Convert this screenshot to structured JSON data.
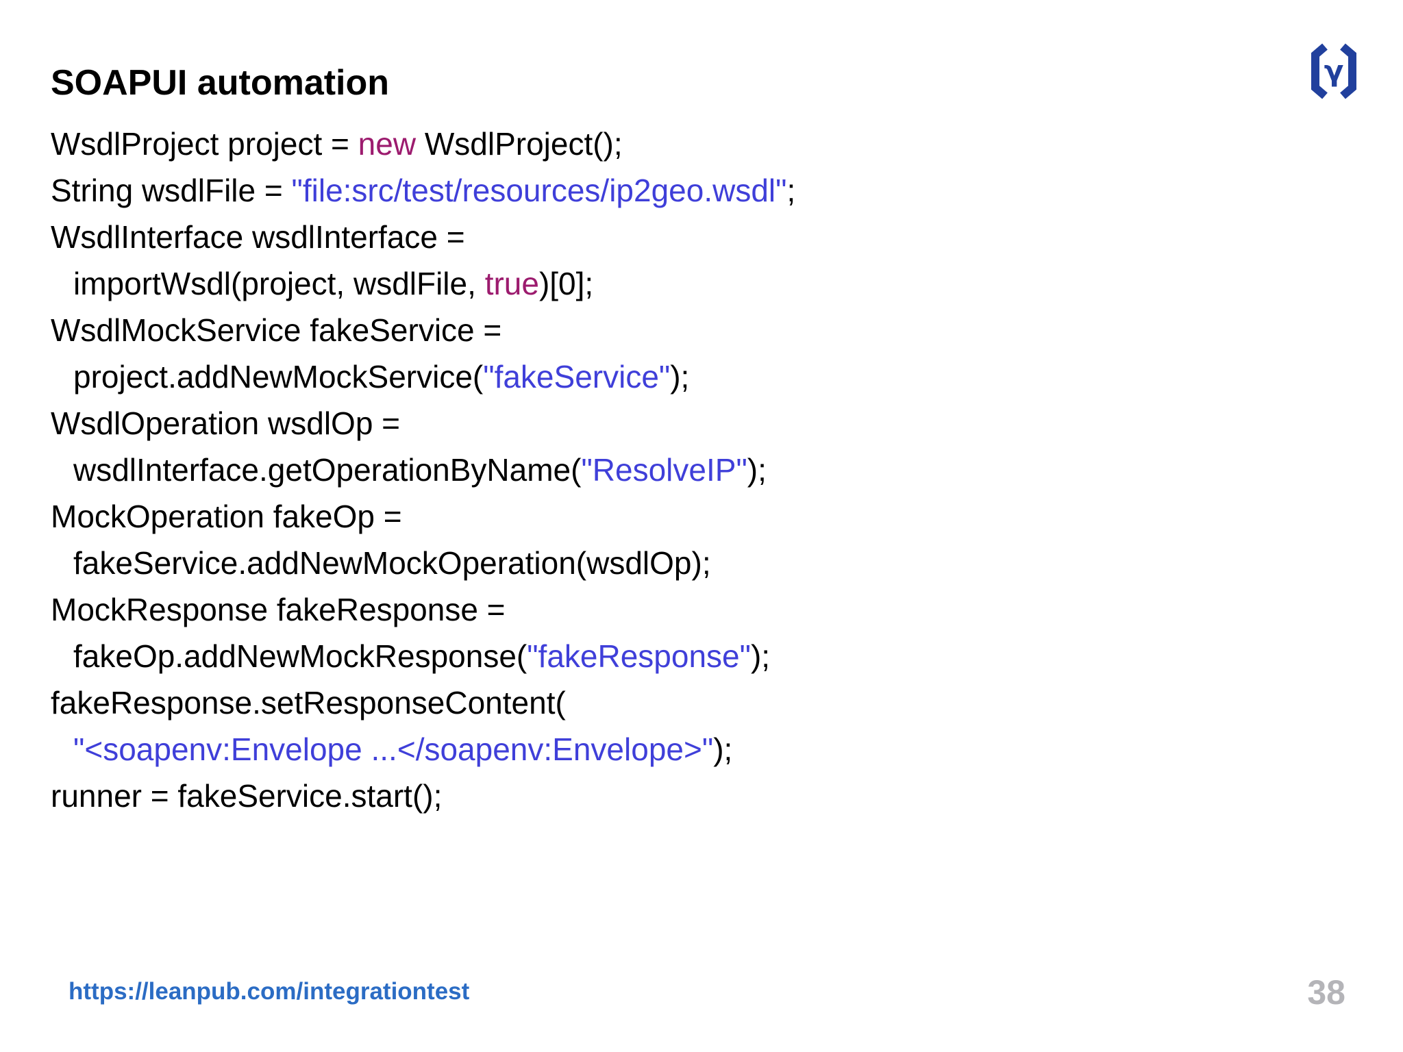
{
  "slide": {
    "title": "SOAPUI automation",
    "footer_link": "https://leanpub.com/integrationtest",
    "page_number": "38"
  },
  "logo": {
    "name": "brackets-gamma-logo",
    "glyph": "γ"
  },
  "colors": {
    "background": "#ffffff",
    "keyword": "#9c1b6e",
    "string": "#3f3fd9",
    "code_text": "#000000",
    "link": "#2b6cc4",
    "page_number": "#b4b4b8",
    "logo": "#21409d"
  },
  "code": {
    "lines": [
      {
        "indent": false,
        "tokens": [
          {
            "t": "WsdlProject project = ",
            "c": "plain"
          },
          {
            "t": "new",
            "c": "keyword"
          },
          {
            "t": " WsdlProject();",
            "c": "plain"
          }
        ]
      },
      {
        "indent": false,
        "tokens": [
          {
            "t": "String wsdlFile = ",
            "c": "plain"
          },
          {
            "t": "\"file:src/test/resources/ip2geo.wsdl\"",
            "c": "string"
          },
          {
            "t": ";",
            "c": "plain"
          }
        ]
      },
      {
        "indent": false,
        "tokens": [
          {
            "t": "WsdlInterface wsdlInterface =",
            "c": "plain"
          }
        ]
      },
      {
        "indent": true,
        "tokens": [
          {
            "t": "importWsdl(project, wsdlFile, ",
            "c": "plain"
          },
          {
            "t": "true",
            "c": "keyword"
          },
          {
            "t": ")[0];",
            "c": "plain"
          }
        ]
      },
      {
        "indent": false,
        "tokens": [
          {
            "t": "WsdlMockService fakeService =",
            "c": "plain"
          }
        ]
      },
      {
        "indent": true,
        "tokens": [
          {
            "t": "project.addNewMockService(",
            "c": "plain"
          },
          {
            "t": "\"fakeService\"",
            "c": "string"
          },
          {
            "t": ");",
            "c": "plain"
          }
        ]
      },
      {
        "indent": false,
        "tokens": [
          {
            "t": "WsdlOperation wsdlOp =",
            "c": "plain"
          }
        ]
      },
      {
        "indent": true,
        "tokens": [
          {
            "t": "wsdlInterface.getOperationByName(",
            "c": "plain"
          },
          {
            "t": "\"ResolveIP\"",
            "c": "string"
          },
          {
            "t": ");",
            "c": "plain"
          }
        ]
      },
      {
        "indent": false,
        "tokens": [
          {
            "t": "MockOperation fakeOp =",
            "c": "plain"
          }
        ]
      },
      {
        "indent": true,
        "tokens": [
          {
            "t": "fakeService.addNewMockOperation(wsdlOp);",
            "c": "plain"
          }
        ]
      },
      {
        "indent": false,
        "tokens": [
          {
            "t": "MockResponse fakeResponse =",
            "c": "plain"
          }
        ]
      },
      {
        "indent": true,
        "tokens": [
          {
            "t": "fakeOp.addNewMockResponse(",
            "c": "plain"
          },
          {
            "t": "\"fakeResponse\"",
            "c": "string"
          },
          {
            "t": ");",
            "c": "plain"
          }
        ]
      },
      {
        "indent": false,
        "tokens": [
          {
            "t": "fakeResponse.setResponseContent(",
            "c": "plain"
          }
        ]
      },
      {
        "indent": true,
        "tokens": [
          {
            "t": "\"<soapenv:Envelope ...</soapenv:Envelope>\"",
            "c": "string"
          },
          {
            "t": ");",
            "c": "plain"
          }
        ]
      },
      {
        "indent": false,
        "tokens": [
          {
            "t": "runner = fakeService.start();",
            "c": "plain"
          }
        ]
      }
    ]
  }
}
